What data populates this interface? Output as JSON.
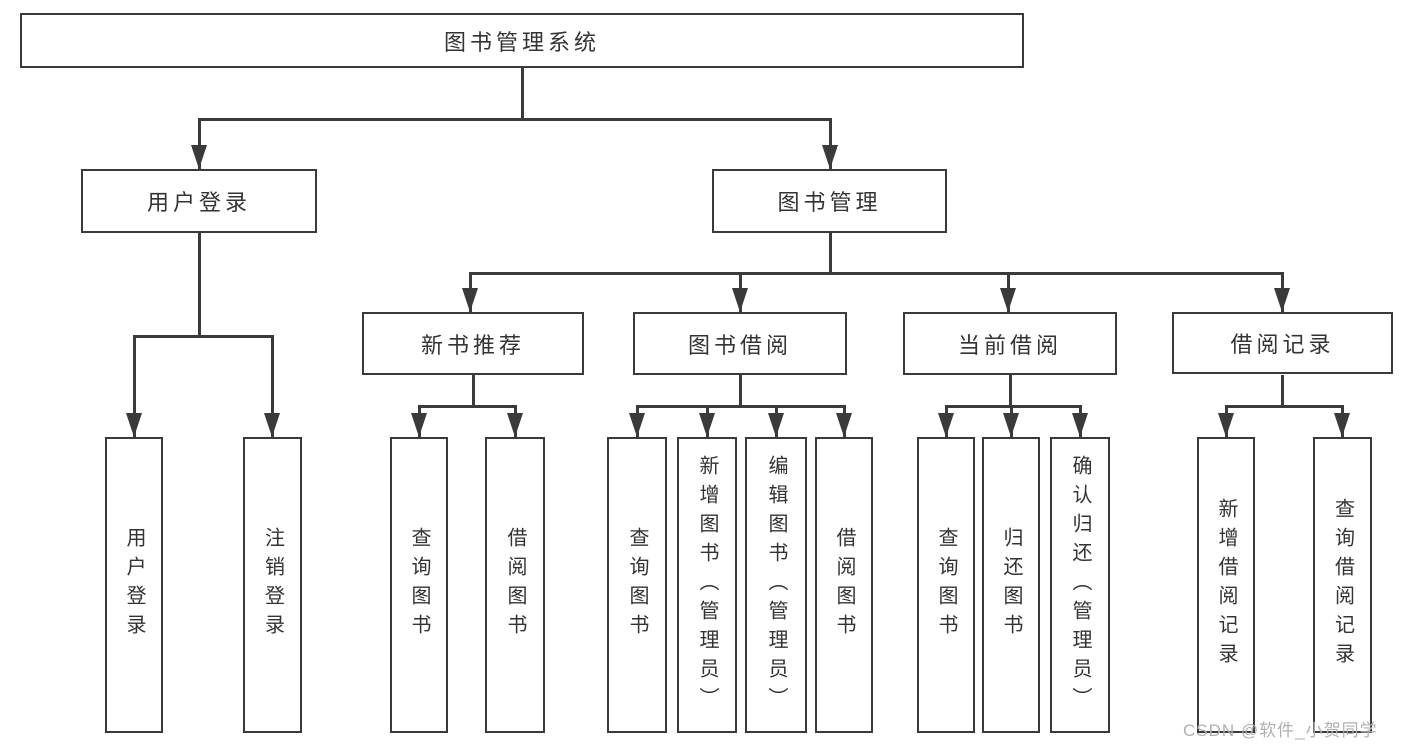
{
  "tree": {
    "label": "图书管理系统",
    "children": [
      {
        "label": "用户登录",
        "children": [
          {
            "label": "用户登录"
          },
          {
            "label": "注销登录"
          }
        ]
      },
      {
        "label": "图书管理",
        "children": [
          {
            "label": "新书推荐",
            "children": [
              {
                "label": "查询图书"
              },
              {
                "label": "借阅图书"
              }
            ]
          },
          {
            "label": "图书借阅",
            "children": [
              {
                "label": "查询图书"
              },
              {
                "label": "新增图书（管理员）"
              },
              {
                "label": "编辑图书（管理员）"
              },
              {
                "label": "借阅图书"
              }
            ]
          },
          {
            "label": "当前借阅",
            "children": [
              {
                "label": "查询图书"
              },
              {
                "label": "归还图书"
              },
              {
                "label": "确认归还（管理员）"
              }
            ]
          },
          {
            "label": "借阅记录",
            "children": [
              {
                "label": "新增借阅记录"
              },
              {
                "label": "查询借阅记录"
              }
            ]
          }
        ]
      }
    ]
  },
  "watermark": {
    "text": "CSDN @软件_小贺同学"
  },
  "colors": {
    "line": "#3a3a3a",
    "box_border": "#3a3a3a",
    "text": "#333333",
    "background": "#ffffff",
    "watermark": "#b0b0b0"
  }
}
